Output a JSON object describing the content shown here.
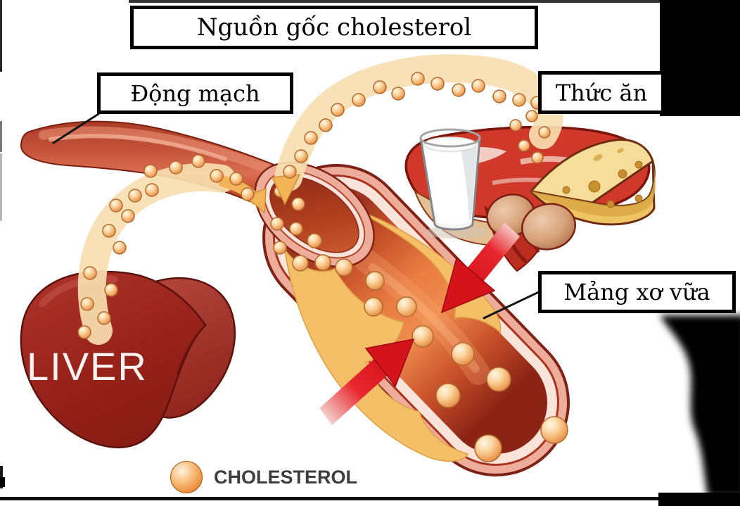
{
  "title": {
    "text": "Nguồn gốc cholesterol"
  },
  "callouts": {
    "artery": {
      "label": "Động mạch"
    },
    "food": {
      "label": "Thức ăn"
    },
    "plaque": {
      "label": "Mảng xơ vữa"
    }
  },
  "organ_labels": {
    "liver": "LIVER"
  },
  "legend": {
    "label": "CHOLESTEROL",
    "marker": "cholesterol-ball-icon"
  },
  "colors": {
    "background": "#ffffff",
    "artery_red": "#c7492e",
    "artery_dark_edge": "#7a1f0e",
    "wall_pink": "#eead9b",
    "wall_light_band": "#fae3d9",
    "lumen_orange": "#ee8348",
    "plaque_yellow": "#f4bf66",
    "cholesterol_ball": "#f2ab66",
    "flow_band_cream": "#f7deb0",
    "flow_arrow_yellow": "#f2b457",
    "liver_red": "#9c2a20",
    "red_arrow": "#e2151d",
    "label_border": "#000000",
    "legend_text": "#3e3e3e",
    "shadow_black": "#000000"
  }
}
